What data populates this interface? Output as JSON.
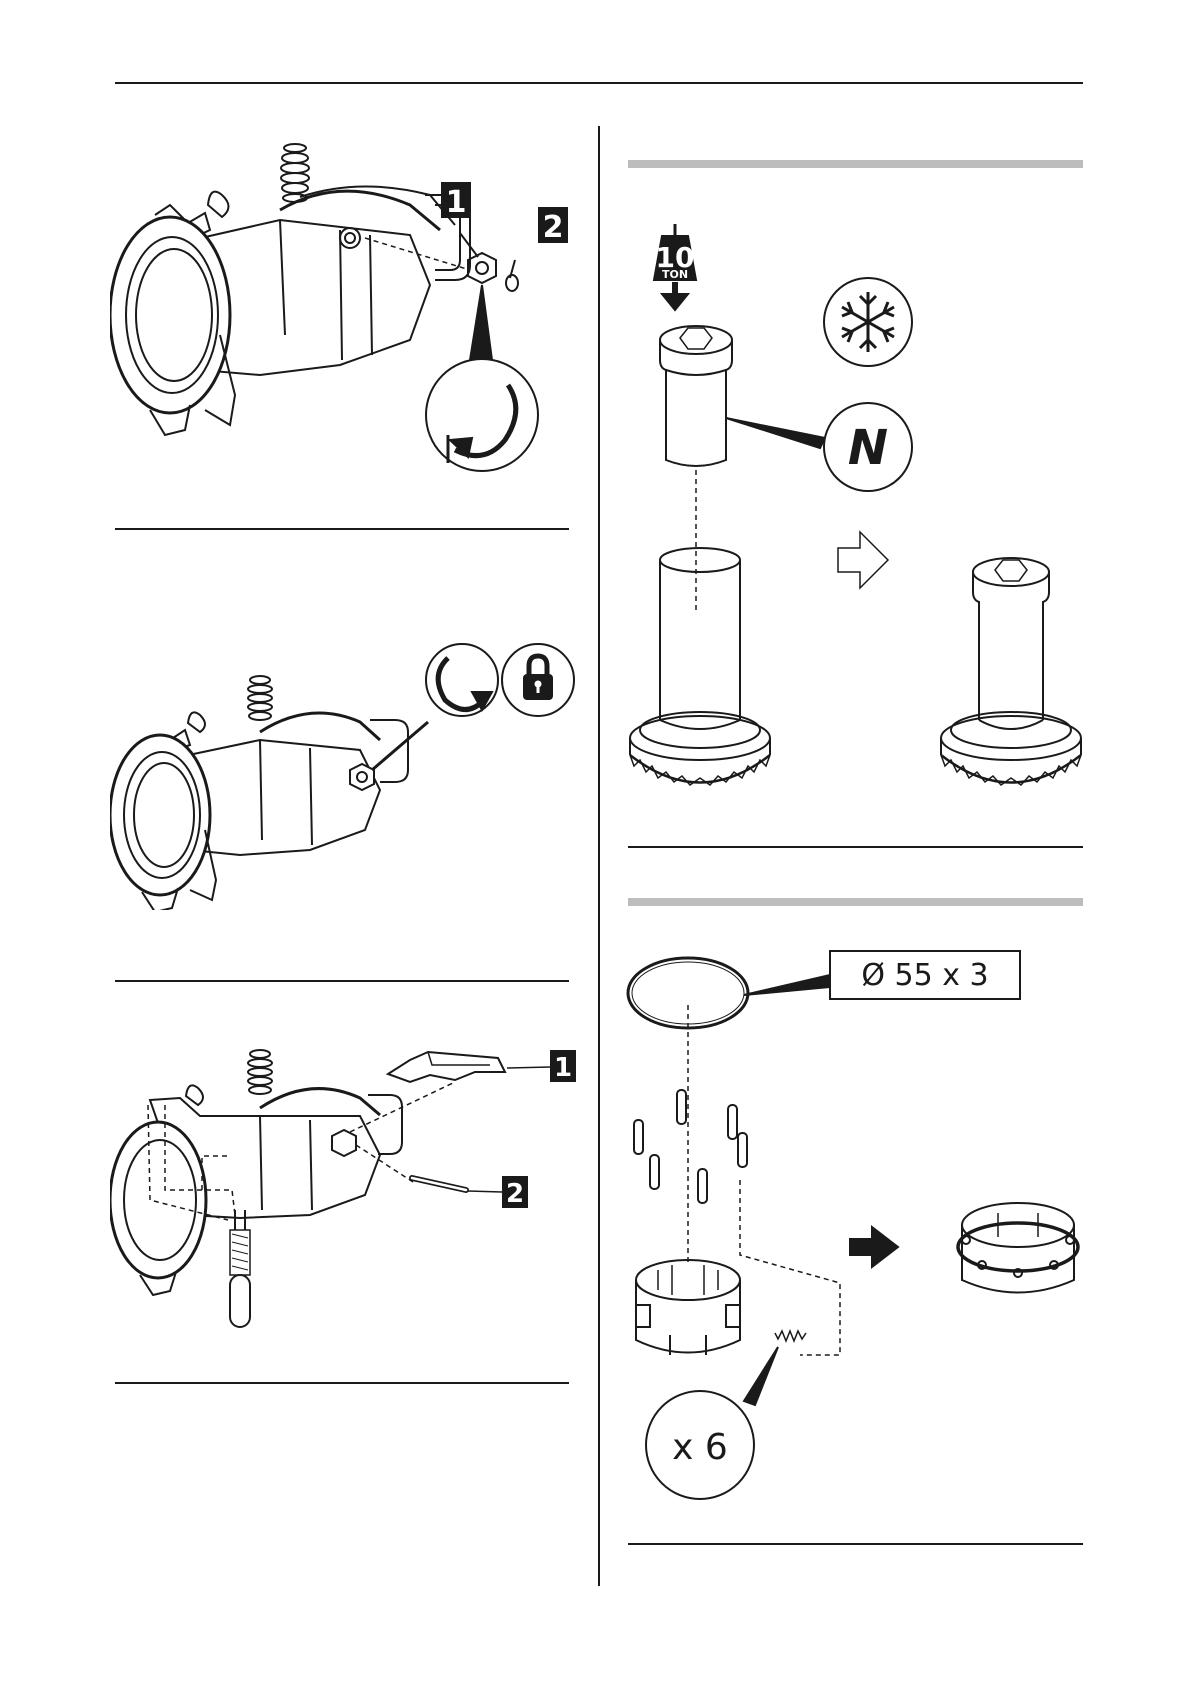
{
  "page": {
    "background": "#ffffff",
    "line_color": "#1a1a1a",
    "band_color": "#bdbdbd"
  },
  "left_column": {
    "step1": {
      "callout_1": "1",
      "callout_2": "2",
      "icon": "rotate-counterclockwise-icon"
    },
    "step2": {
      "icons": [
        "rotate-clockwise-icon",
        "lock-icon"
      ]
    },
    "step3": {
      "callout_1": "1",
      "callout_2": "2"
    }
  },
  "right_column": {
    "press_panel": {
      "weight_value": "10",
      "weight_unit": "TON",
      "freeze_icon": "snowflake-icon",
      "grease_symbol": "N",
      "arrow_icon": "outline-arrow-right-icon"
    },
    "assembly_panel": {
      "oring_size": "Ø 55 x 3",
      "quantity": "x 6",
      "arrow_icon": "solid-arrow-right-icon"
    }
  }
}
